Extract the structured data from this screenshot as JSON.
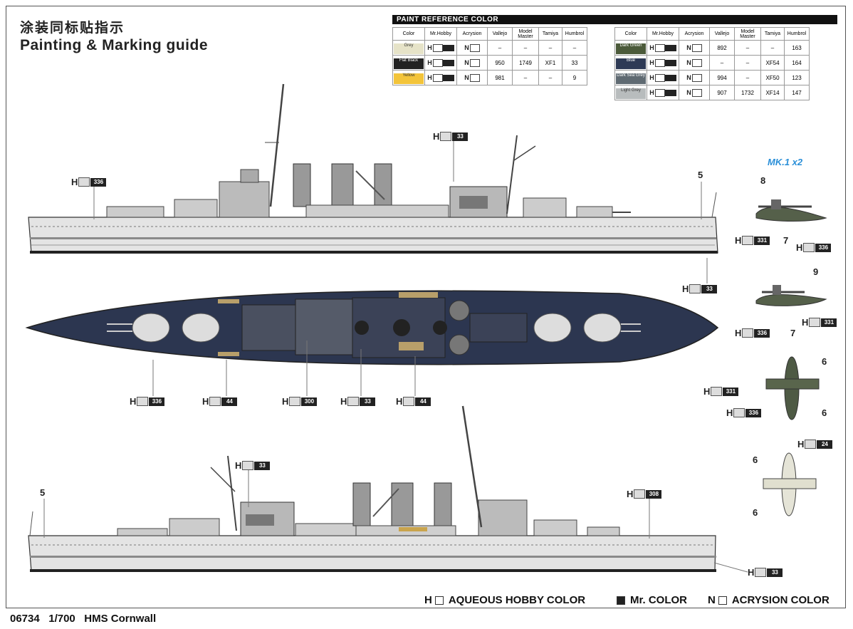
{
  "header": {
    "title_cn": "涂装同标贴指示",
    "title_en": "Painting & Marking guide"
  },
  "paint_table": {
    "title": "PAINT REFERENCE COLOR",
    "columns": [
      "Color",
      "Mr.Hobby",
      "Acrysion",
      "Vallejo",
      "Model Master",
      "Tamiya",
      "Humbrol"
    ],
    "left_rows": [
      {
        "color": "Grey",
        "swatch": "#e6e3c8",
        "vallejo": "–",
        "mm": "–",
        "tamiya": "–",
        "humbrol": "–"
      },
      {
        "color": "Flat Black",
        "swatch": "#222222",
        "vallejo": "950",
        "mm": "1749",
        "tamiya": "XF1",
        "humbrol": "33"
      },
      {
        "color": "Yellow",
        "swatch": "#f3c43a",
        "vallejo": "981",
        "mm": "–",
        "tamiya": "–",
        "humbrol": "9"
      }
    ],
    "right_rows": [
      {
        "color": "Dark Green",
        "swatch": "#4b5a3a",
        "vallejo": "892",
        "mm": "–",
        "tamiya": "–",
        "humbrol": "163"
      },
      {
        "color": "Blue",
        "swatch": "#2e3a55",
        "vallejo": "–",
        "mm": "–",
        "tamiya": "XF54",
        "humbrol": "164"
      },
      {
        "color": "Dark Sea Grey",
        "swatch": "#5f6a72",
        "vallejo": "994",
        "mm": "–",
        "tamiya": "XF50",
        "humbrol": "123"
      },
      {
        "color": "Light Grey",
        "swatch": "#b8bcbd",
        "vallejo": "907",
        "mm": "1732",
        "tamiya": "XF14",
        "humbrol": "147"
      }
    ]
  },
  "callouts": {
    "side_top": [
      "336",
      "33",
      "5"
    ],
    "plan": [
      "33",
      "336",
      "44",
      "300",
      "33",
      "44"
    ],
    "side_bottom": [
      "33",
      "5",
      "308",
      "33"
    ],
    "aircraft": [
      "8",
      "331",
      "7",
      "336",
      "9",
      "7",
      "336",
      "331",
      "6",
      "331",
      "336",
      "6",
      "24",
      "6",
      "6"
    ]
  },
  "aircraft_label": "MK.1 x2",
  "legend": {
    "aqueous": "AQUEOUS HOBBY COLOR",
    "mr": "Mr. COLOR",
    "acrysion": "ACRYSION COLOR"
  },
  "footer": {
    "code": "06734",
    "scale": "1/700",
    "name": "HMS Cornwall"
  }
}
